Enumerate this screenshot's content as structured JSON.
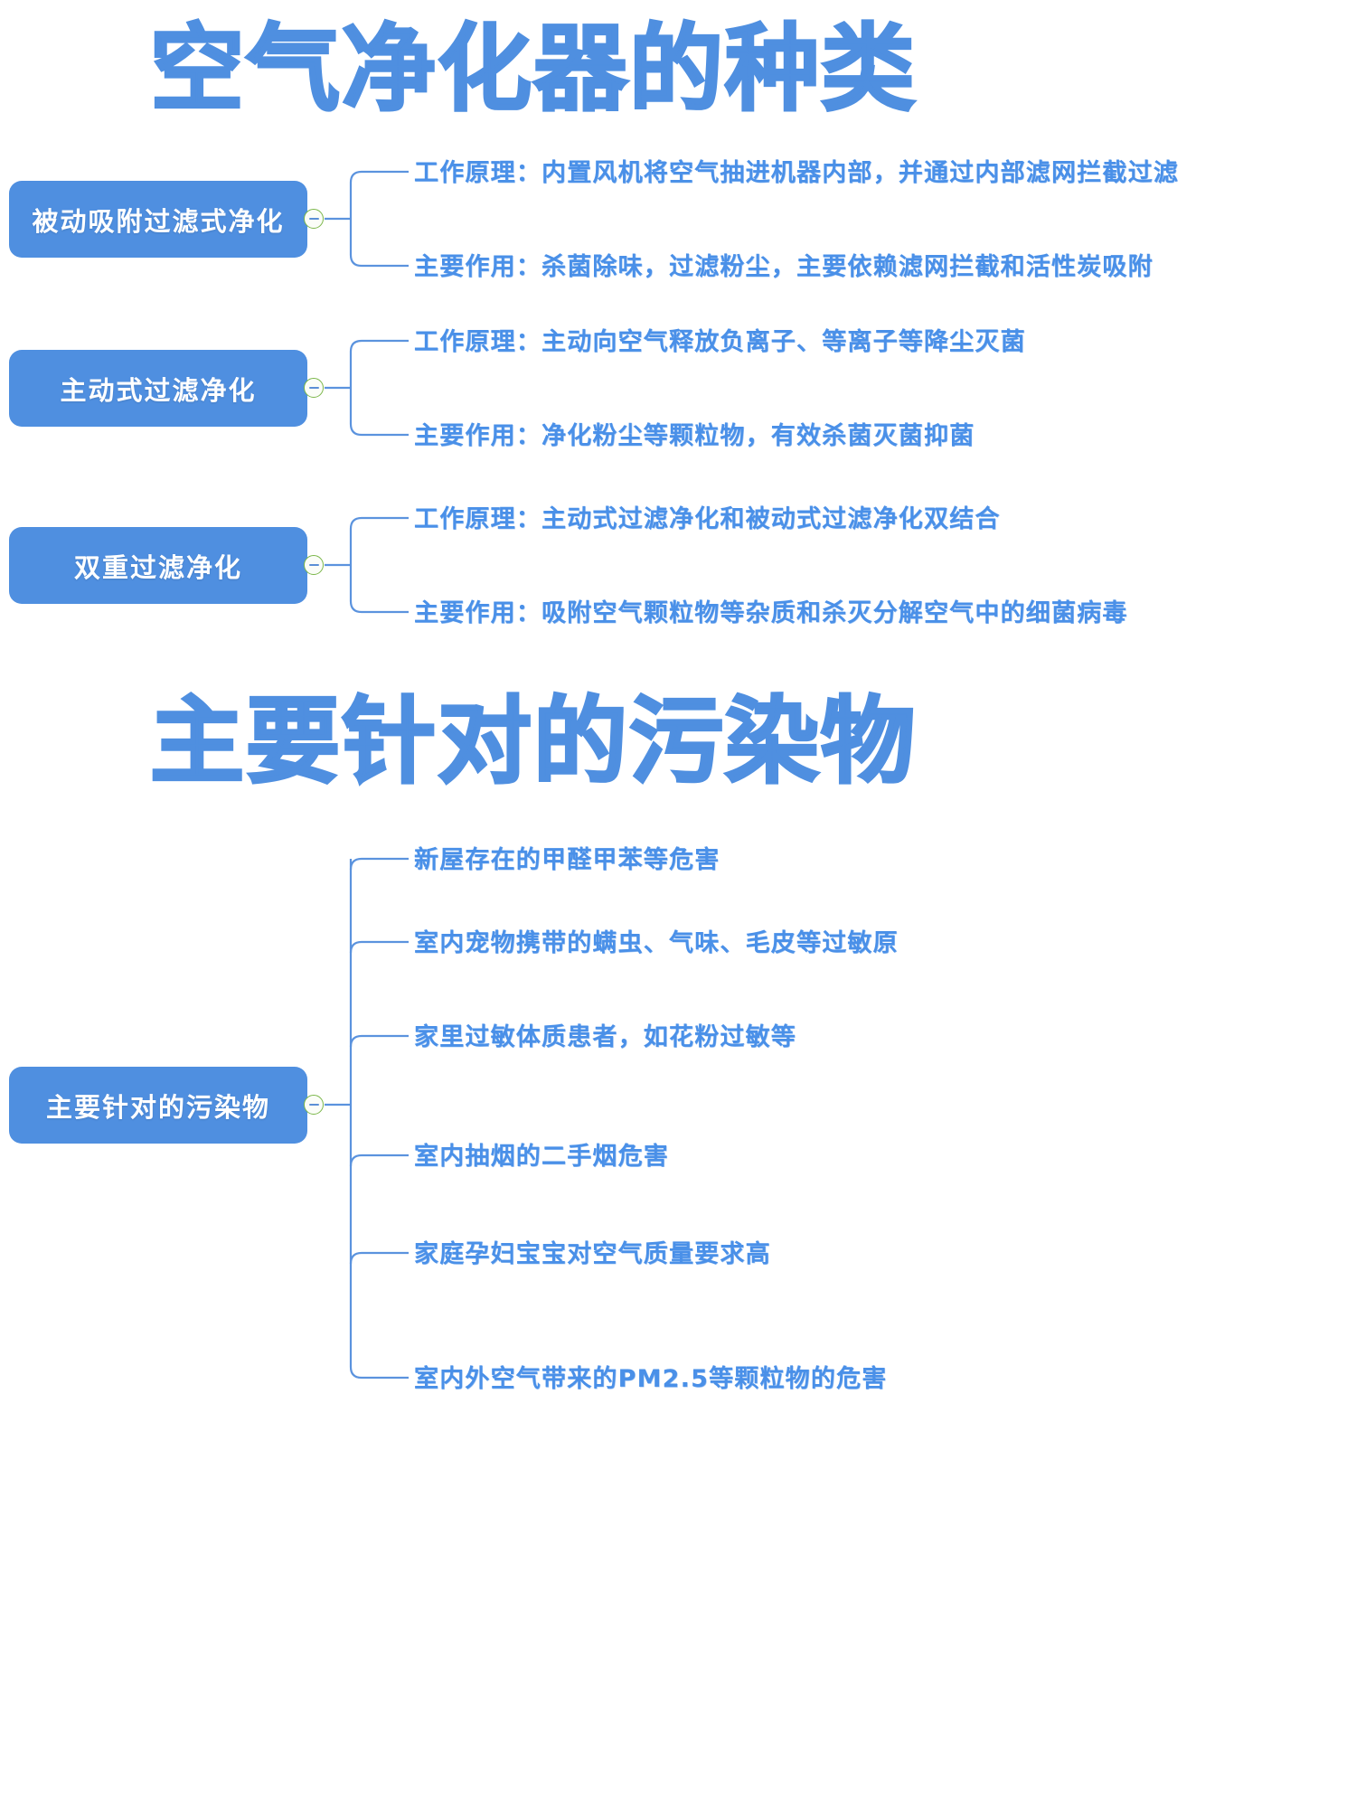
{
  "sections": [
    {
      "title": "空气净化器的种类",
      "nodes": [
        {
          "label": "被动吸附过滤式净化",
          "toggle_icon": "collapse-minus-icon",
          "children": [
            "工作原理：内置风机将空气抽进机器内部，并通过内部滤网拦截过滤",
            "主要作用：杀菌除味，过滤粉尘，主要依赖滤网拦截和活性炭吸附"
          ]
        },
        {
          "label": "主动式过滤净化",
          "toggle_icon": "collapse-minus-icon",
          "children": [
            "工作原理：主动向空气释放负离子、等离子等降尘灭菌",
            "主要作用：净化粉尘等颗粒物，有效杀菌灭菌抑菌"
          ]
        },
        {
          "label": "双重过滤净化",
          "toggle_icon": "collapse-minus-icon",
          "children": [
            "工作原理：主动式过滤净化和被动式过滤净化双结合",
            "主要作用：吸附空气颗粒物等杂质和杀灭分解空气中的细菌病毒"
          ]
        }
      ]
    },
    {
      "title": "主要针对的污染物",
      "nodes": [
        {
          "label": "主要针对的污染物",
          "toggle_icon": "collapse-minus-icon",
          "children": [
            "新屋存在的甲醛甲苯等危害",
            "室内宠物携带的螨虫、气味、毛皮等过敏原",
            "家里过敏体质患者，如花粉过敏等",
            "室内抽烟的二手烟危害",
            "家庭孕妇宝宝对空气质量要求高",
            "室内外空气带来的PM2.5等颗粒物的危害"
          ]
        }
      ]
    }
  ],
  "colors": {
    "brand_blue": "#4f8fe0",
    "text_blue": "#4a90e8",
    "node_fill": "#4f8fe0",
    "node_text": "#ffffff",
    "toggle_border_green": "#7ab648",
    "connector_blue": "#5b93de",
    "background": "#ffffff"
  }
}
